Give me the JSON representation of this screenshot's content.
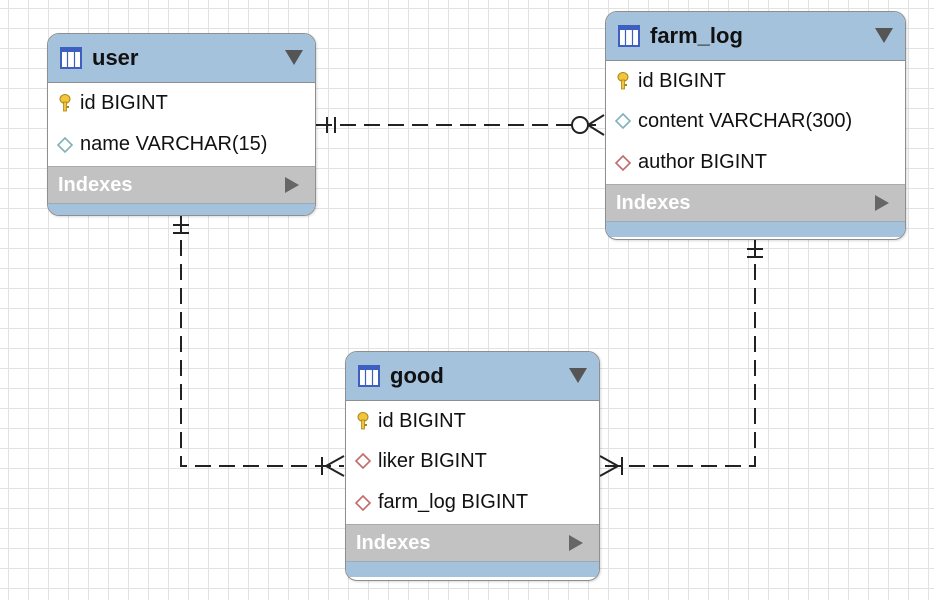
{
  "tables": {
    "user": {
      "title": "user",
      "columns": [
        {
          "label": "id BIGINT",
          "kind": "primary-key"
        },
        {
          "label": "name VARCHAR(15)",
          "kind": "attribute"
        }
      ],
      "indexes_label": "Indexes"
    },
    "farm_log": {
      "title": "farm_log",
      "columns": [
        {
          "label": "id BIGINT",
          "kind": "primary-key"
        },
        {
          "label": "content VARCHAR(300)",
          "kind": "attribute"
        },
        {
          "label": "author BIGINT",
          "kind": "foreign-key"
        }
      ],
      "indexes_label": "Indexes"
    },
    "good": {
      "title": "good",
      "columns": [
        {
          "label": "id BIGINT",
          "kind": "primary-key"
        },
        {
          "label": "liker BIGINT",
          "kind": "foreign-key"
        },
        {
          "label": "farm_log BIGINT",
          "kind": "foreign-key"
        }
      ],
      "indexes_label": "Indexes"
    }
  },
  "relationships": [
    {
      "from": "user",
      "to": "farm_log",
      "from_cardinality": "one-and-only-one",
      "to_cardinality": "zero-or-many"
    },
    {
      "from": "user",
      "to": "good",
      "from_cardinality": "one-and-only-one",
      "to_cardinality": "one-or-many"
    },
    {
      "from": "farm_log",
      "to": "good",
      "from_cardinality": "one-and-only-one",
      "to_cardinality": "one-or-many"
    }
  ],
  "colors": {
    "header": "#a4c2dc",
    "indexes_bar": "#c2c2c2",
    "key_icon": "#f2c53d",
    "attribute_icon": "#7fb3b8",
    "foreign_key_icon": "#c46a6a",
    "table_icon": "#3d5fbf"
  }
}
